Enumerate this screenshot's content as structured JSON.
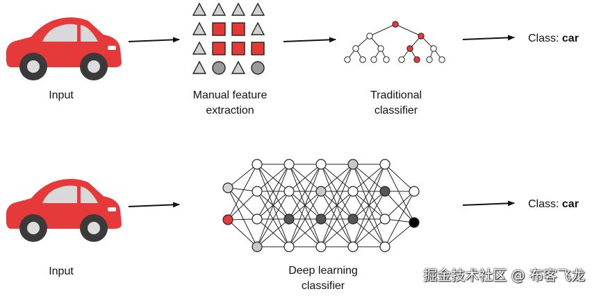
{
  "top_pipeline": {
    "input_label": "Input",
    "feature_label_line1": "Manual feature",
    "feature_label_line2": "extraction",
    "classifier_label_line1": "Traditional",
    "classifier_label_line2": "classifier",
    "class_prefix": "Class: ",
    "class_value": "car"
  },
  "bottom_pipeline": {
    "input_label": "Input",
    "classifier_label_line1": "Deep learning",
    "classifier_label_line2": "classifier",
    "class_prefix": "Class: ",
    "class_value": "car"
  },
  "watermark": "掘金技术社区 @ 布客飞龙",
  "colors": {
    "accent_red": "#e63a3a",
    "feature_red": "#e53935",
    "car_window": "#d9d9d9",
    "wheel_dark": "#3a3a3a",
    "node_gray": "#c8c8c8",
    "node_dark": "#555555"
  },
  "feature_grid": [
    [
      "tri",
      "tri",
      "tri",
      "tri"
    ],
    [
      "tri",
      "sq",
      "sq",
      "tri"
    ],
    [
      "tri",
      "sq",
      "sq",
      "sq"
    ],
    [
      "tri",
      "circ",
      "tri",
      "circ"
    ]
  ],
  "neural_net": {
    "layers": [
      [
        "l",
        "r"
      ],
      [
        "w",
        "w",
        "w",
        "g"
      ],
      [
        "w",
        "w",
        "d",
        "w",
        "w"
      ],
      [
        "w",
        "g",
        "d",
        "w",
        "w"
      ],
      [
        "g",
        "w",
        "d",
        "w",
        "w"
      ],
      [
        "w",
        "d",
        "w",
        "w",
        "w"
      ],
      [
        "w",
        "w",
        "w",
        "w",
        "w"
      ],
      [
        "w",
        "k"
      ]
    ]
  }
}
